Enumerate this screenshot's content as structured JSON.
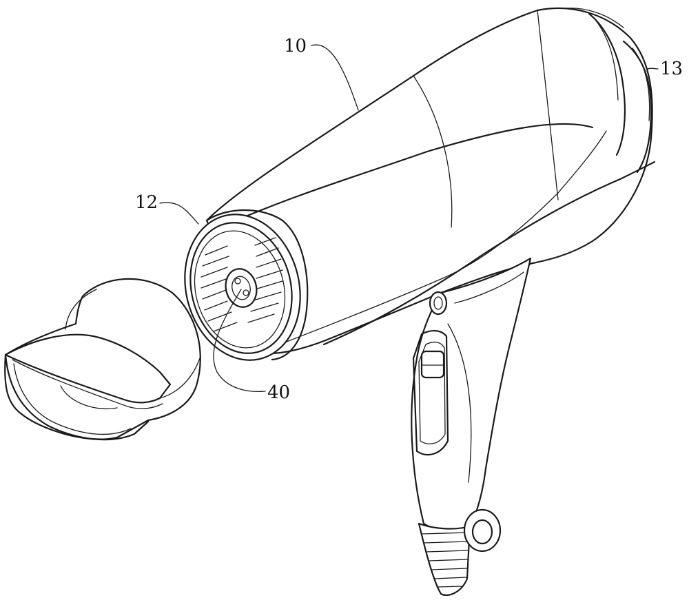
{
  "figure": {
    "labels": {
      "body": "10",
      "front_end": "12",
      "rear_end": "13",
      "grille_center": "40"
    }
  }
}
